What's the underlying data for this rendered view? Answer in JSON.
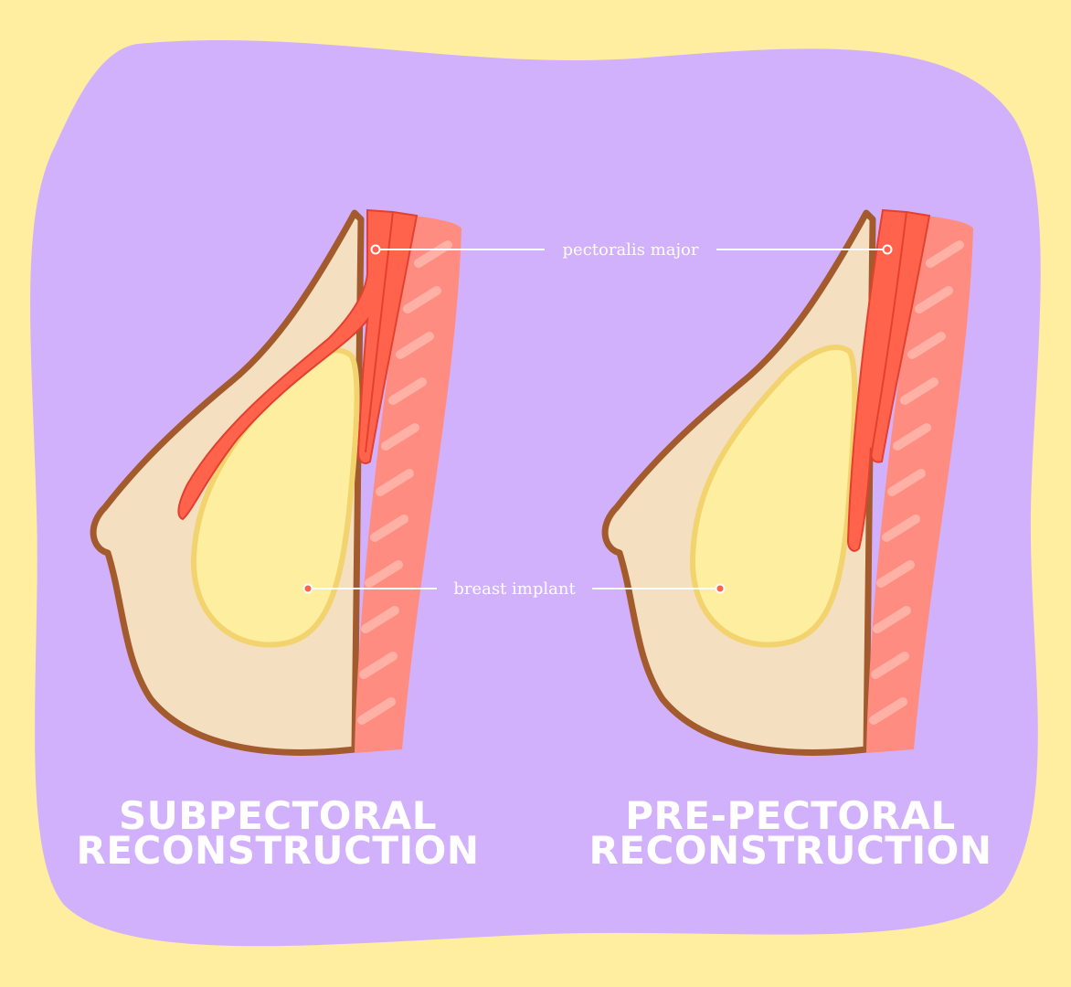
{
  "labels": {
    "pectoralis": "pectoralis major",
    "implant": "breast implant"
  },
  "panels": [
    {
      "title_line1": "SUBPECTORAL",
      "title_line2": "RECONSTRUCTION"
    },
    {
      "title_line1": "PRE-PECTORAL",
      "title_line2": "RECONSTRUCTION"
    }
  ],
  "colors": {
    "background": "#ffeea0",
    "blob": "#d2b1fc",
    "skin_outline": "#a35a2c",
    "tissue": "#f4dfc1",
    "implant": "#fdeea0",
    "implant_outline": "#f2d36e",
    "muscle": "#ff634c",
    "muscle_outline": "#e3402f",
    "chest_wall": "#ff8c80",
    "rib_stripe": "#ffb1a6",
    "label_line": "#ffffff"
  }
}
